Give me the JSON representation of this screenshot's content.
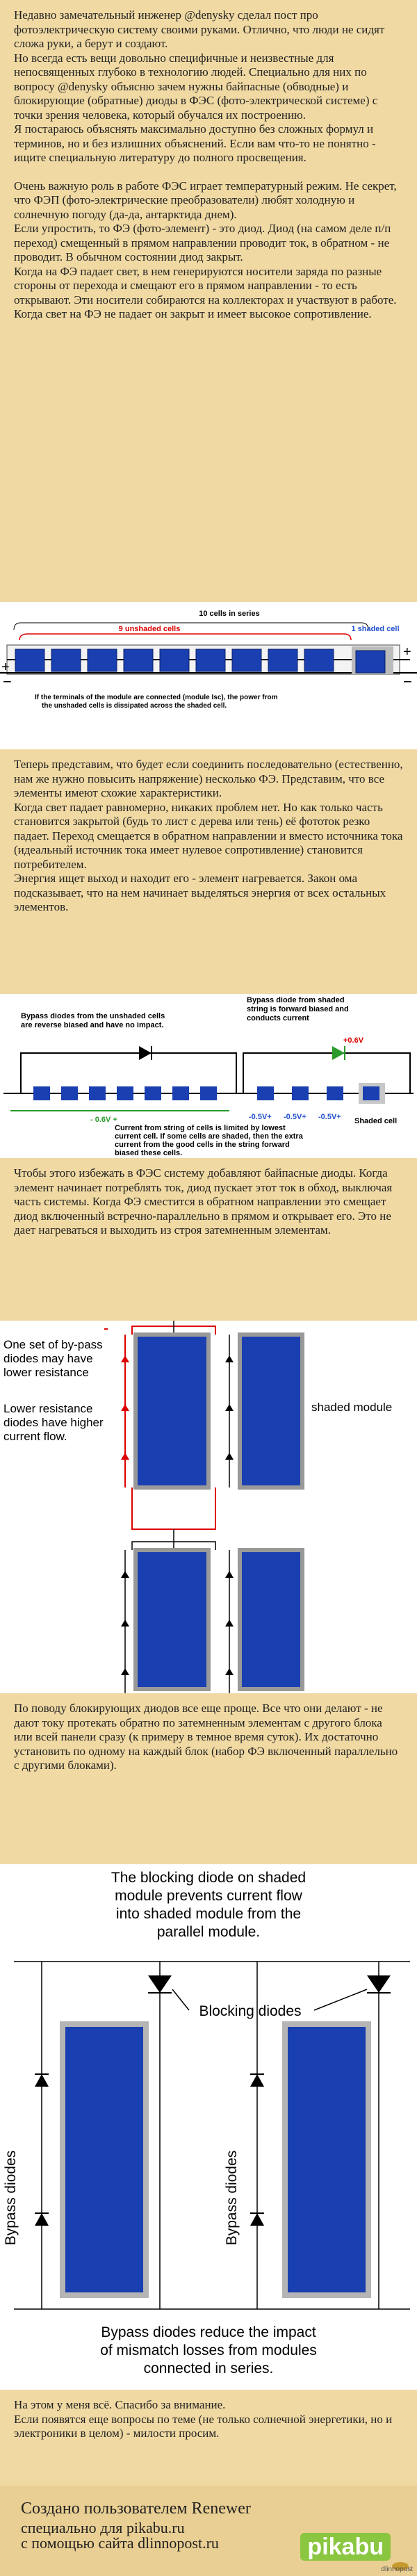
{
  "text1": [
    "Недавно замечательный инженер @denysky сделал пост про фотоэлектрическую систему своими руками. Отлично, что люди не сидят сложа руки, а берут и создают.",
    "Но всегда есть вещи довольно специфичные и неизвестные для непосвященных глубоко в технологию людей. Специально для них по вопросу @denysky объясню зачем нужны байпасные (обводные) и блокирующие (обратные) диоды в ФЭС (фото-электрической системе) с точки зрения человека, который обучался их построению.",
    "Я постараюсь объяснять максимально доступно без сложных формул и терминов, но и без излишних объяснений. Если вам что-то не понятно - ищите специальную литературу до полного просвещения.",
    "",
    "Очень важную роль в работе ФЭС играет температурный режим. Не секрет, что ФЭП (фото-электрические преобразователи) любят холодную и солнечную погоду (да-да, антарктида днем).",
    "Если упростить, то ФЭ (фото-элемент) - это диод. Диод (на самом деле п/п переход) смещенный в прямом направлении проводит ток, в обратном - не проводит. В обычном состоянии диод закрыт.",
    "Когда на ФЭ падает свет, в нем генерируются носители заряда по разные стороны от перехода и смещают его в прямом направлении - то есть открывают. Эти носители собираются на коллекторах и участвуют в работе.",
    "Когда свет на ФЭ не падает он закрыт и имеет высокое сопротивление."
  ],
  "diagram1": {
    "title": "10 cells in series",
    "unshaded_label": "9 unshaded cells",
    "shaded_label": "1 shaded cell",
    "plus_left": "+",
    "minus_left": "−",
    "plus_right": "+",
    "minus_right": "−",
    "caption_line1": "If the terminals of the module are connected (module Isc), the power from",
    "caption_line2": "the unshaded cells is dissipated across the shaded cell."
  },
  "text2": [
    "Теперь представим, что будет если соединить последовательно (естественно, нам же нужно повысить напряжение) несколько ФЭ. Представим, что все элементы имеют схожие характеристики.",
    "Когда свет падает равномерно, никаких проблем нет. Но как только часть становится закрытой (будь то лист с дерева или тень) её фототок резко падает. Переход смещается в обратном направлении и вместо источника тока (идеальный источник тока имеет нулевое сопротивление) становится потребителем.",
    "Энергия ищет выход и находит его - элемент нагревается. Закон ома подсказывает, что на нем начинает выделяться энергия от всех остальных элементов."
  ],
  "diagram2": {
    "left_note_line1": "Bypass diodes from the unshaded cells",
    "left_note_line2": "are reverse biased and have no impact.",
    "right_note_line1": "Bypass diode from shaded",
    "right_note_line2": "string is forward biased and",
    "right_note_line3": "conducts current",
    "v_plus": "+0.6V",
    "v_left": "- 0.6V +",
    "v_r1": "-0.5V+",
    "v_r2": "-0.5V+",
    "v_r3": "-0.5V+",
    "shaded_cell": "Shaded cell",
    "bottom_line1": "Current from string of cells is limited by lowest",
    "bottom_line2": "current cell. If some cells are shaded, then the extra",
    "bottom_line3": "current from the good cells in the string forward",
    "bottom_line4": "biased these cells."
  },
  "text3": [
    "Чтобы этого избежать в ФЭС систему добавляют байпасные диоды. Когда элемент начинает потреблять ток, диод пускает этот ток в обход, выключая часть системы. Когда ФЭ сместится в обратном направлении это смещает диод включенный встречно-параллельно в прямом и открывает его. Это не дает нагреваться и выходить из строя затемненным элементам."
  ],
  "diagram3": {
    "note1_line1": "One set of by-pass",
    "note1_line2": "diodes may have",
    "note1_line3": "lower resistance",
    "note2_line1": "Lower resistance",
    "note2_line2": "diodes have higher",
    "note2_line3": "current flow.",
    "shaded_module": "shaded module"
  },
  "text4": [
    "По поводу блокирующих диодов все еще проще. Все что они делают - не дают току протекать обратно по затемненным элементам с другого блока или всей панели сразу (к примеру в темное время суток). Их достаточно установить по одному на каждый блок (набор ФЭ включенный параллельно с другими блоками)."
  ],
  "diagram4": {
    "top_line1": "The blocking diode on shaded",
    "top_line2": "module prevents current flow",
    "top_line3": "into shaded module from the",
    "top_line4": "parallel module.",
    "blocking": "Blocking diodes",
    "bypass_left": "Bypass diodes",
    "bypass_mid": "Bypass diodes",
    "bottom_line1": "Bypass diodes reduce the impact",
    "bottom_line2": "of mismatch losses from modules",
    "bottom_line3": "connected in series."
  },
  "text5": [
    "На этом у меня всё. Спасибо за внимание.",
    "Если появятся еще вопросы по теме (не только солнечной энергетики, но и электроники в целом) - милости просим."
  ],
  "footer": {
    "line1": "Создано пользователем Renewer",
    "line2": "специально для pikabu.ru",
    "line3": "с помощью сайта dlinnopost.ru",
    "logo": "pikabu",
    "credit": "dlinnopost"
  }
}
